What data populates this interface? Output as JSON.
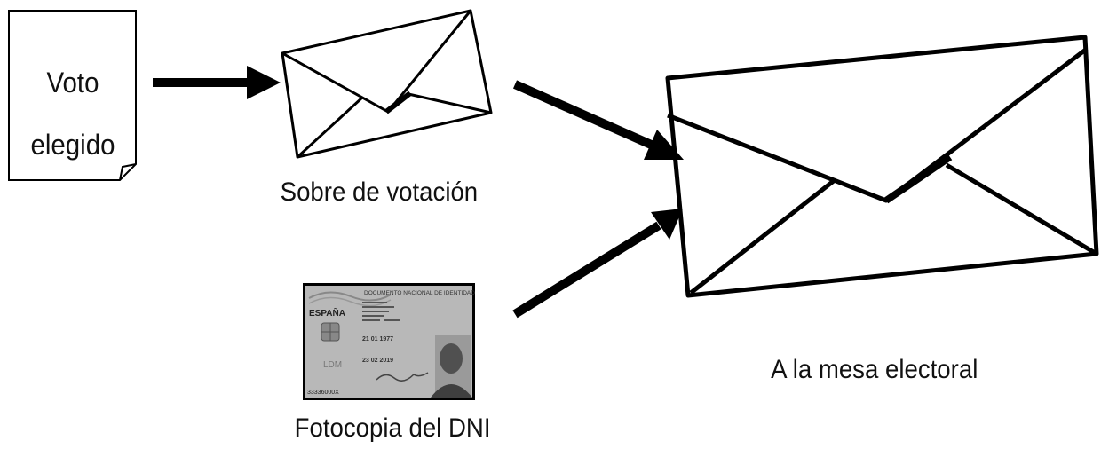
{
  "document": {
    "line1": "Voto",
    "line2": "elegido"
  },
  "labels": {
    "small_envelope": "Sobre de votación",
    "big_envelope": "A la mesa electoral",
    "id_card": "Fotocopia del DNI"
  },
  "id_card": {
    "header": "DOCUMENTO NACIONAL DE IDENTIDAD",
    "country": "ESPAÑA",
    "dates": [
      "21 01 1977",
      "23 02 2019"
    ],
    "number": "33336000X",
    "code": "LDM"
  },
  "colors": {
    "stroke": "#000000",
    "card_bg": "#b8b8b8",
    "card_dark": "#707070"
  }
}
